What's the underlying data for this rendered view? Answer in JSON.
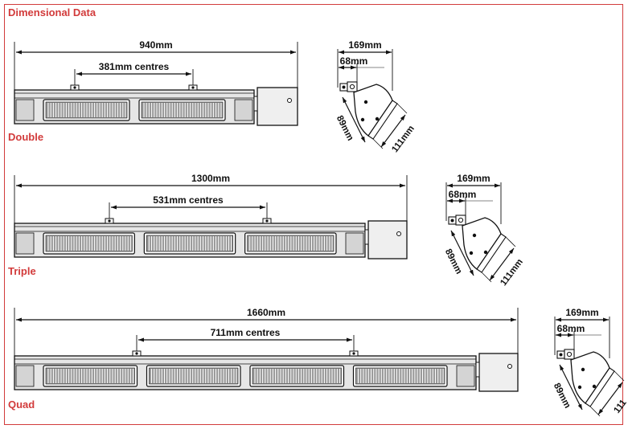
{
  "title": "Dimensional Data",
  "colors": {
    "accent": "#d23b3b",
    "line": "#111111",
    "body": "#e6e6e6",
    "grille": "#9a9a9a"
  },
  "variants": [
    {
      "name": "Double",
      "length": "940mm",
      "centres": "381mm centres",
      "elements": 2,
      "side": {
        "width": "169mm",
        "offset": "68mm",
        "height": "89mm",
        "depth": "111mm"
      }
    },
    {
      "name": "Triple",
      "length": "1300mm",
      "centres": "531mm centres",
      "elements": 3,
      "side": {
        "width": "169mm",
        "offset": "68mm",
        "height": "89mm",
        "depth": "111mm"
      }
    },
    {
      "name": "Quad",
      "length": "1660mm",
      "centres": "711mm centres",
      "elements": 4,
      "side": {
        "width": "169mm",
        "offset": "68mm",
        "height": "89mm",
        "depth": "111"
      }
    }
  ]
}
